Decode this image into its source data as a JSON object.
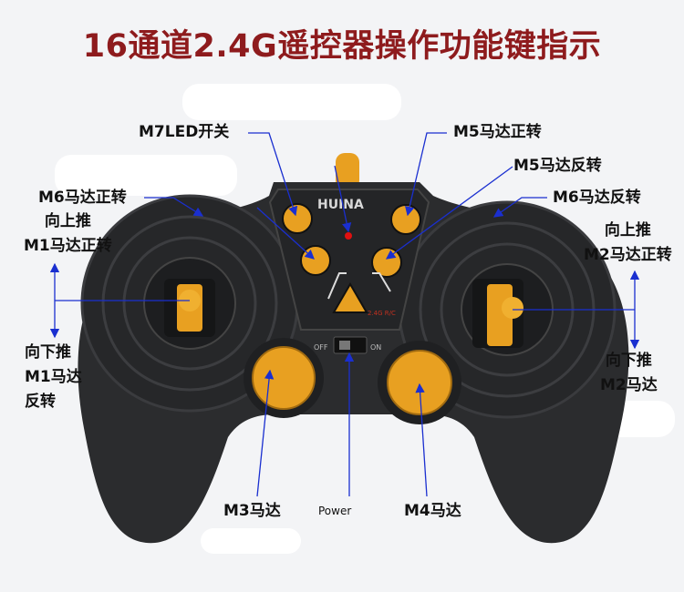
{
  "title": "16通道2.4G遥控器操作功能键指示",
  "controller": {
    "brand_logo": "HUINA",
    "freq_mark": "2.4G R/C",
    "switch_off": "OFF",
    "switch_on": "ON"
  },
  "labels": {
    "m7_led": "M7LED开关",
    "m5_forward": "M5马达正转",
    "m5_reverse": "M5马达反转",
    "m6_forward": "M6马达正转",
    "m6_reverse": "M6马达反转",
    "left_up": [
      "向上推",
      "M1马达正转"
    ],
    "left_down": [
      "向下推",
      "M1马达",
      "反转"
    ],
    "right_up": [
      "向上推",
      "M2马达正转"
    ],
    "right_down": [
      "向下推",
      "M2马达"
    ],
    "m3": "M3马达",
    "m4": "M4马达",
    "power": "Power"
  },
  "colors": {
    "title": "#8e1b1d",
    "body": "#2b2c2e",
    "button": "#e8a021",
    "arrow": "#1a2fd0"
  }
}
